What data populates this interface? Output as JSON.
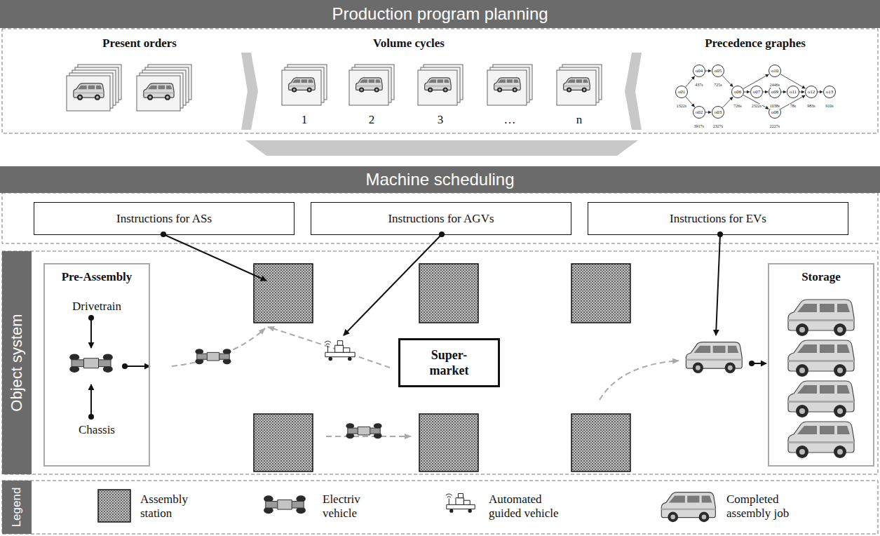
{
  "diagram": {
    "nodes": [
      {
        "text": [
          "Production program planning"
        ]
      },
      {
        "text": [
          "o01",
          "1322s"
        ],
        "in": 0
      },
      {
        "text": [
          "o02",
          "3917s"
        ],
        "in": 0
      },
      {
        "text": [
          "o03",
          "2327s"
        ],
        "in": 0
      },
      {
        "text": [
          "o04",
          "437s"
        ],
        "in": 0
      },
      {
        "text": [
          "o05",
          "725s"
        ],
        "in": 0
      },
      {
        "text": [
          "o06",
          "726s"
        ],
        "in": 0
      },
      {
        "text": [
          "o07",
          "2322s"
        ],
        "in": 0
      },
      {
        "text": [
          "o08",
          "2227s"
        ],
        "in": 0
      },
      {
        "text": [
          "o09",
          "1038s"
        ],
        "in": 0
      },
      {
        "text": [
          "o10",
          "2446s"
        ],
        "in": 0
      },
      {
        "text": [
          "o11",
          "78s"
        ],
        "in": 0
      },
      {
        "text": [
          "o12",
          "983s"
        ],
        "in": 0
      },
      {
        "text": [
          "o13",
          "910s"
        ],
        "in": 0
      },
      {
        "text": [
          "Machine scheduling"
        ]
      },
      {
        "text": [
          "Instructions for ASs"
        ],
        "in": 14
      },
      {
        "text": [
          "Instructions for AGVs"
        ],
        "in": 14
      },
      {
        "text": [
          "Instructions for EVs"
        ],
        "in": 14
      },
      {
        "text": [
          "Object system"
        ]
      },
      {
        "text": [
          "Pre-Assembly",
          "Drivetrain",
          "Chassis"
        ],
        "in": 18
      },
      {
        "text": [
          "Super- market"
        ],
        "in": 18
      },
      {
        "text": [
          "Storage"
        ],
        "in": 18
      },
      {
        "text": [
          "Legend"
        ]
      }
    ],
    "edges": [
      {
        "from": 1,
        "to": 4,
        "arrow": "to"
      },
      {
        "from": 4,
        "to": 5,
        "arrow": "to"
      },
      {
        "from": 5,
        "to": 6,
        "arrow": "to"
      },
      {
        "from": 1,
        "to": 2,
        "arrow": "to"
      },
      {
        "from": 2,
        "to": 3,
        "arrow": "to"
      },
      {
        "from": 3,
        "to": 6,
        "arrow": "to"
      },
      {
        "from": 6,
        "to": 10,
        "arrow": "to"
      },
      {
        "from": 6,
        "to": 7,
        "arrow": "to"
      },
      {
        "from": 6,
        "to": 8,
        "arrow": "to"
      },
      {
        "from": 7,
        "to": 9,
        "arrow": "to"
      },
      {
        "from": 9,
        "to": 11,
        "arrow": "to"
      },
      {
        "from": 11,
        "to": 12,
        "arrow": "to"
      },
      {
        "from": 10,
        "to": 12,
        "arrow": "to"
      },
      {
        "from": 8,
        "to": 12,
        "arrow": "to"
      },
      {
        "from": 12,
        "to": 13,
        "arrow": "to"
      }
    ],
    "labels": [
      "Present orders",
      "Volume cycles",
      "Precedence graphes",
      "1",
      "2",
      "3",
      "…",
      "n"
    ],
    "legend": [
      {
        "text": "Assembly station"
      },
      {
        "text": "Electriv vehicle"
      },
      {
        "text": "Automated guided vehicle"
      },
      {
        "text": "Completed assembly job"
      }
    ]
  }
}
